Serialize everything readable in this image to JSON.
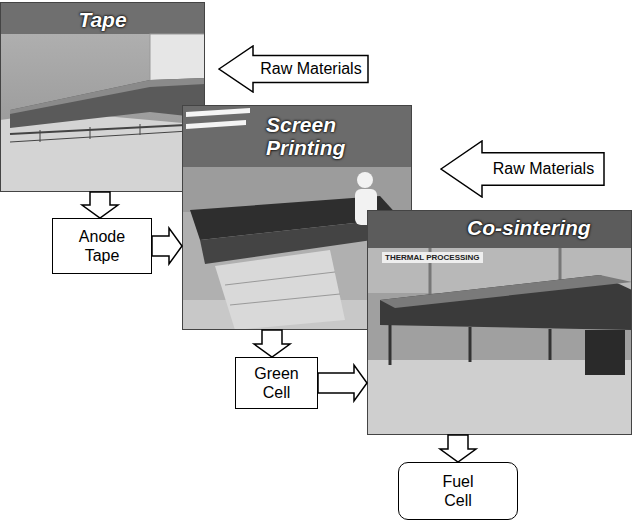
{
  "diagram": {
    "nodes": [
      {
        "text": [
          "Tape"
        ]
      },
      {
        "text": [
          "Raw Materials"
        ]
      },
      {
        "text": [
          "Screen Printing"
        ]
      },
      {
        "text": [
          "Raw Materials"
        ]
      },
      {
        "text": [
          "Anode Tape"
        ]
      },
      {
        "text": [
          "Co-sintering"
        ]
      },
      {
        "text": [
          "Green Cell"
        ]
      },
      {
        "text": [
          "Fuel Cell"
        ]
      }
    ],
    "edges": [
      {
        "from": 0,
        "to": 4,
        "arrow": "to"
      },
      {
        "from": 4,
        "to": 2,
        "arrow": "to"
      },
      {
        "from": 2,
        "to": 6,
        "arrow": "to"
      },
      {
        "from": 6,
        "to": 5,
        "arrow": "to"
      },
      {
        "from": 5,
        "to": 7,
        "arrow": "to"
      }
    ],
    "labels": [
      "THERMAL PROCESSING"
    ]
  }
}
